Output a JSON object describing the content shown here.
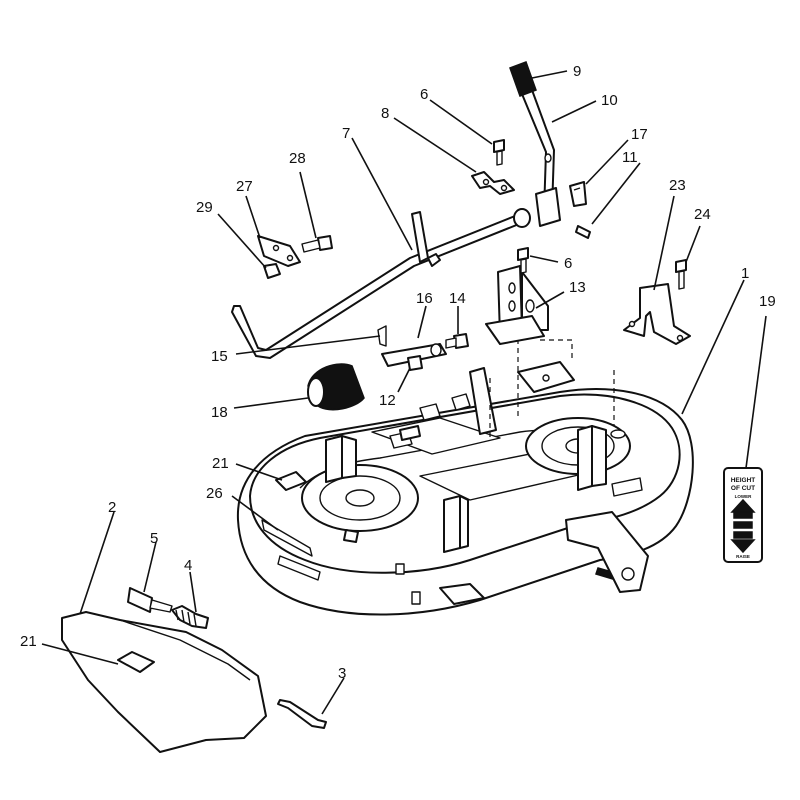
{
  "diagram": {
    "callouts": [
      {
        "id": "c1",
        "label": "1"
      },
      {
        "id": "c2",
        "label": "2"
      },
      {
        "id": "c3",
        "label": "3"
      },
      {
        "id": "c4",
        "label": "4"
      },
      {
        "id": "c5",
        "label": "5"
      },
      {
        "id": "c6a",
        "label": "6"
      },
      {
        "id": "c6b",
        "label": "6"
      },
      {
        "id": "c7",
        "label": "7"
      },
      {
        "id": "c8",
        "label": "8"
      },
      {
        "id": "c9",
        "label": "9"
      },
      {
        "id": "c10",
        "label": "10"
      },
      {
        "id": "c11",
        "label": "11"
      },
      {
        "id": "c12",
        "label": "12"
      },
      {
        "id": "c13",
        "label": "13"
      },
      {
        "id": "c14",
        "label": "14"
      },
      {
        "id": "c15",
        "label": "15"
      },
      {
        "id": "c16",
        "label": "16"
      },
      {
        "id": "c17",
        "label": "17"
      },
      {
        "id": "c18",
        "label": "18"
      },
      {
        "id": "c19",
        "label": "19"
      },
      {
        "id": "c21a",
        "label": "21"
      },
      {
        "id": "c21b",
        "label": "21"
      },
      {
        "id": "c23",
        "label": "23"
      },
      {
        "id": "c24",
        "label": "24"
      },
      {
        "id": "c26",
        "label": "26"
      },
      {
        "id": "c27",
        "label": "27"
      },
      {
        "id": "c28",
        "label": "28"
      },
      {
        "id": "c29",
        "label": "29"
      }
    ],
    "decal": {
      "line1": "HEIGHT",
      "line2": "OF CUT",
      "top_word": "LOWER",
      "bottom_word": "RAISE"
    }
  }
}
